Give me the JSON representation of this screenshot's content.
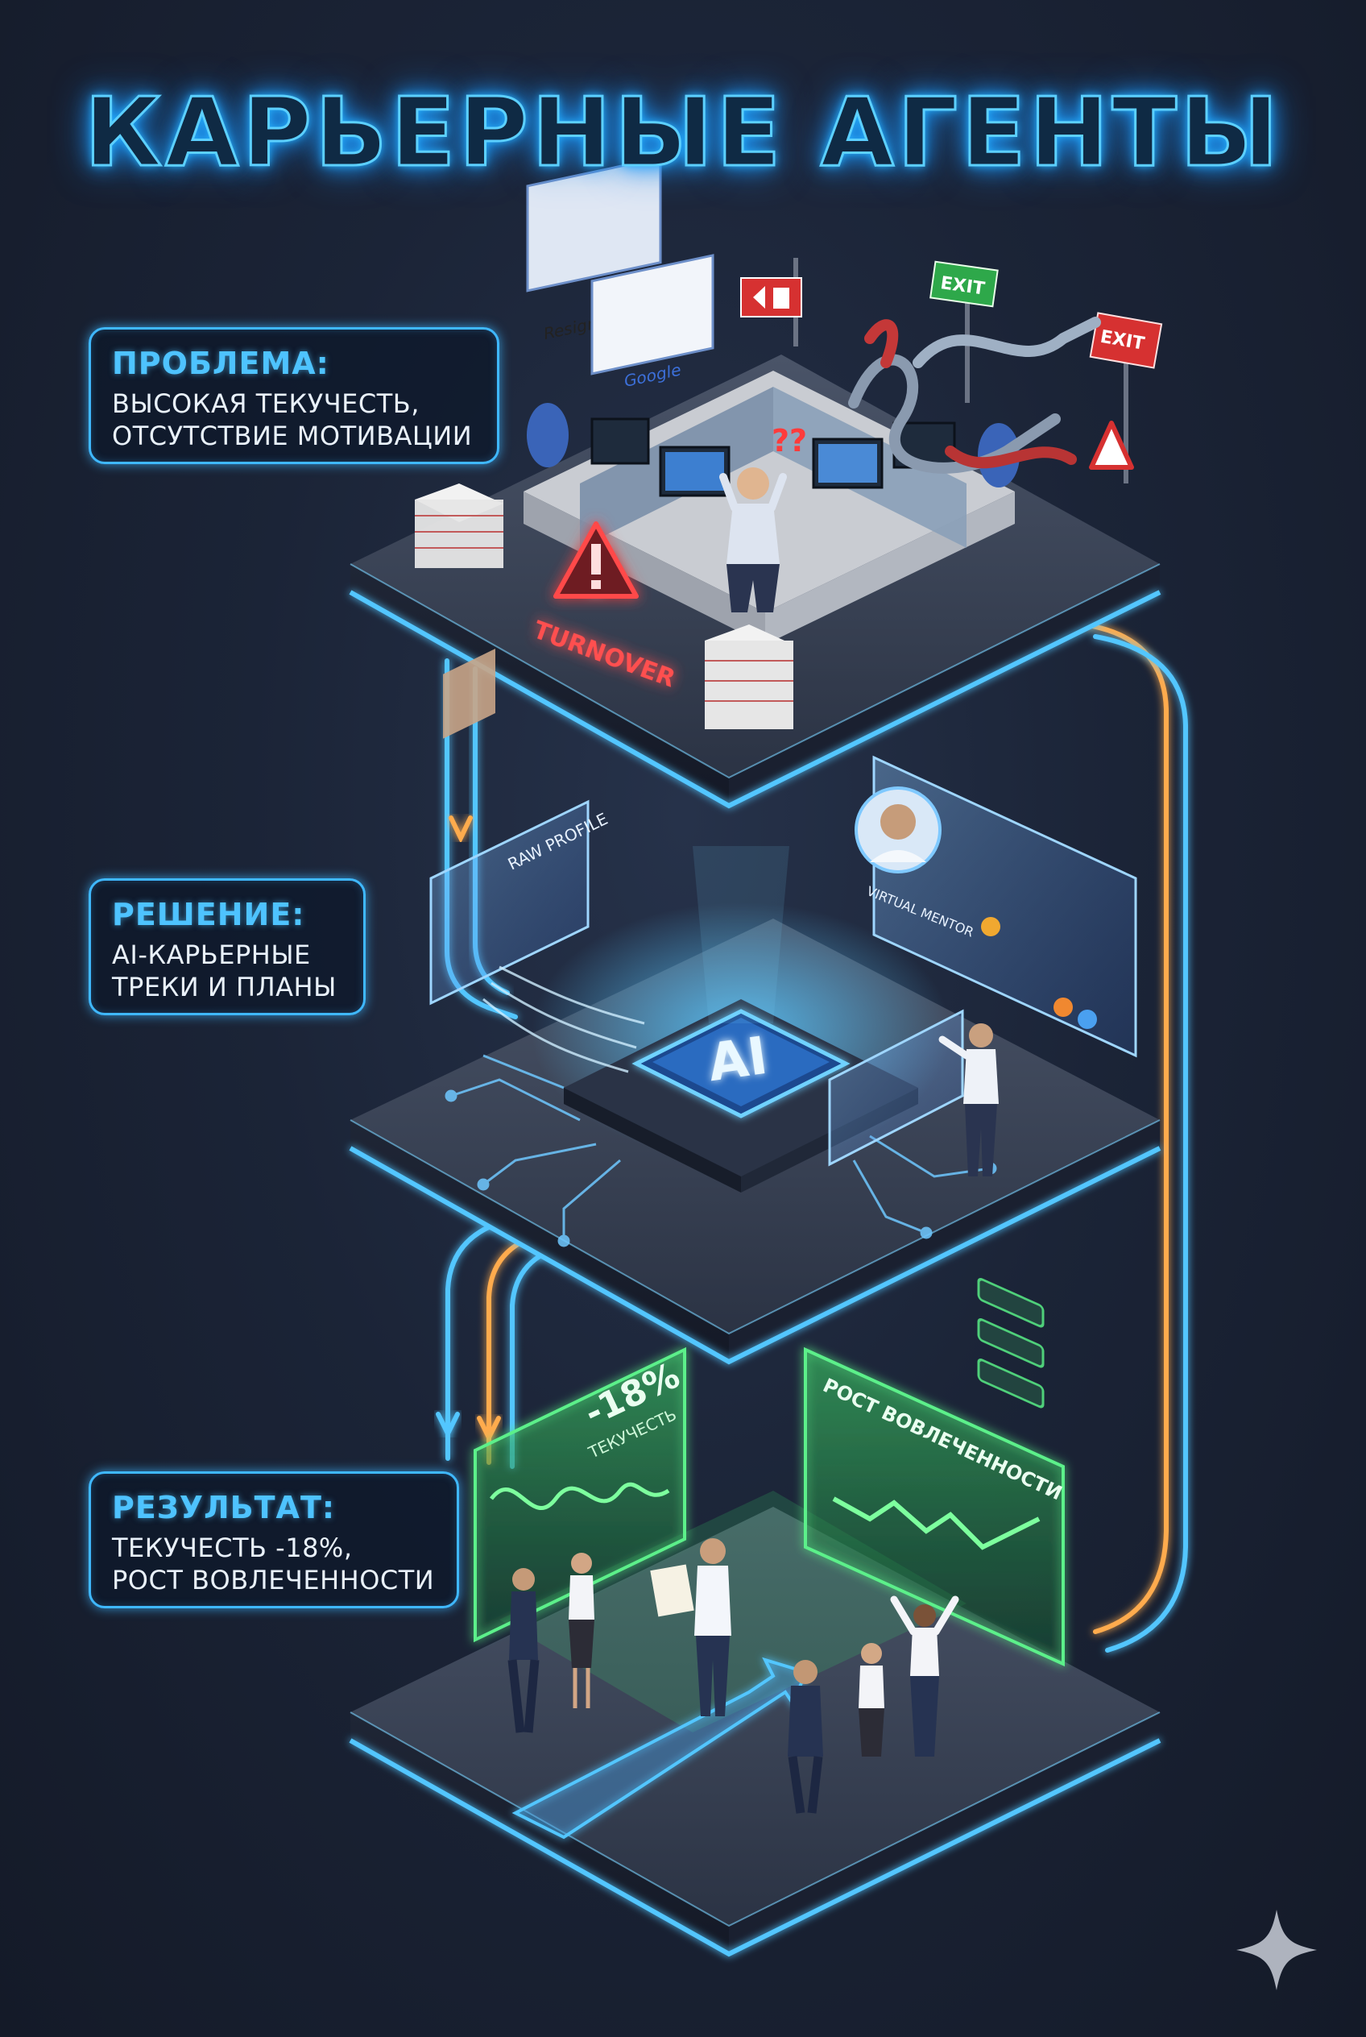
{
  "title": "КАРЬЕРНЫЕ АГЕНТЫ",
  "problem": {
    "heading": "ПРОБЛЕМА:",
    "line1": "ВЫСОКАЯ ТЕКУЧЕСТЬ,",
    "line2": "ОТСУТСТВИЕ МОТИВАЦИИ"
  },
  "solution": {
    "heading": "РЕШЕНИЕ:",
    "line1": "AI-КАРЬЕРНЫЕ",
    "line2": "ТРЕКИ И ПЛАНЫ"
  },
  "result": {
    "heading": "РЕЗУЛЬТАТ:",
    "line1": "ТЕКУЧЕСТЬ -18%,",
    "line2": "РОСТ ВОВЛЕЧЕННОСТИ"
  },
  "scene_text": {
    "resignation": "Resignation",
    "google": "Google",
    "exit_sign_1": "EXIT",
    "exit_sign_2": "EXIT",
    "question_marks": "??",
    "turnover": "TURNOVER",
    "raw_profile": "RAW PROFILE",
    "virtual_mentor": "VIRTUAL MENTOR",
    "ai_chip": "AI",
    "turnover_value": "-18%",
    "turnover_label": "ТЕКУЧЕСТЬ",
    "engagement_label": "РОСТ ВОВЛЕЧЕННОСТИ"
  },
  "colors": {
    "neon_blue": "#52c6ff",
    "neon_orange": "#ffab4d",
    "alert_red": "#ff3b3b",
    "growth_green": "#3ee06a",
    "exit_green": "#2ea84a"
  },
  "icons": {
    "sparkle": "four-point-star-icon",
    "warning": "warning-triangle-icon",
    "exit": "emergency-exit-icon"
  }
}
